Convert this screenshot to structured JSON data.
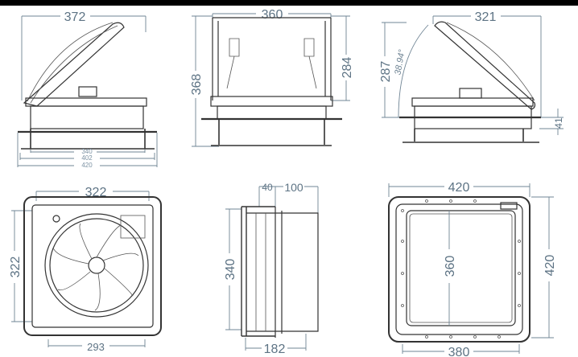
{
  "views": {
    "side_left": {
      "width_top": "372",
      "bottom_dims": [
        "340",
        "402",
        "420"
      ]
    },
    "front": {
      "width_top": "360",
      "height_total": "368",
      "height_open": "284"
    },
    "side_right": {
      "width_top": "321",
      "height": "287",
      "angle": "38.94°",
      "flange_height": "41"
    },
    "bottom": {
      "width_top": "322",
      "height_left": "322",
      "width_bottom": "293"
    },
    "section": {
      "height": "340",
      "flange": "40",
      "depth_top": "100",
      "depth_bottom": "182"
    },
    "top": {
      "width_top": "420",
      "height_right": "420",
      "inner_height": "360",
      "width_bottom": "380"
    }
  }
}
